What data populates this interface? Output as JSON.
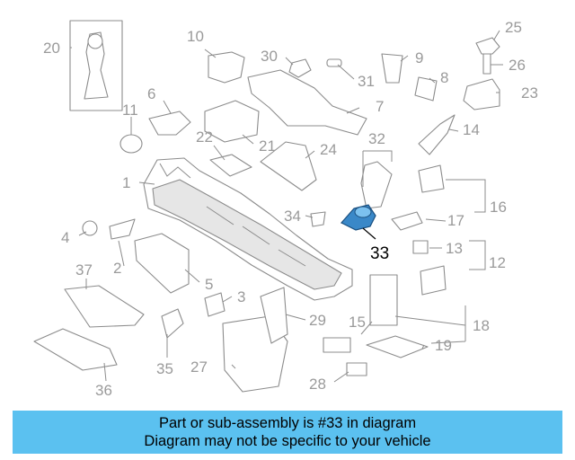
{
  "diagram": {
    "highlight_color": "#3a88c8",
    "callouts": {
      "c1": "1",
      "c2": "2",
      "c3": "3",
      "c4": "4",
      "c5": "5",
      "c6": "6",
      "c7": "7",
      "c8": "8",
      "c9": "9",
      "c10": "10",
      "c11": "11",
      "c12": "12",
      "c13": "13",
      "c14": "14",
      "c15": "15",
      "c16": "16",
      "c17": "17",
      "c18": "18",
      "c19": "19",
      "c20": "20",
      "c21": "21",
      "c22": "22",
      "c23": "23",
      "c24": "24",
      "c25": "25",
      "c26": "26",
      "c27": "27",
      "c28": "28",
      "c29": "29",
      "c30": "30",
      "c31": "31",
      "c32": "32",
      "c33": "33",
      "c34": "34",
      "c35": "35",
      "c36": "36",
      "c37": "37"
    }
  },
  "banner": {
    "line1": "Part or sub-assembly is #33 in diagram",
    "line2": "Diagram may not be specific to your vehicle",
    "background": "#5bc1f0"
  }
}
